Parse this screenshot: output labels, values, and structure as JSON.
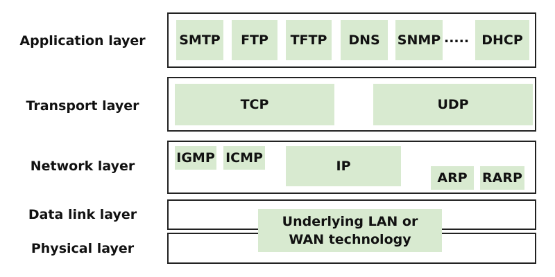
{
  "layers": {
    "application": "Application layer",
    "transport": "Transport layer",
    "network": "Network layer",
    "datalink": "Data link layer",
    "physical": "Physical layer"
  },
  "application_protocols": [
    "SMTP",
    "FTP",
    "TFTP",
    "DNS",
    "SNMP",
    "DHCP"
  ],
  "application_ellipsis": ".....",
  "transport_protocols": [
    "TCP",
    "UDP"
  ],
  "network_protocols": [
    "IGMP",
    "ICMP",
    "IP",
    "ARP",
    "RARP"
  ],
  "lower_layers_tech": "Underlying LAN or WAN technology",
  "colors": {
    "protocol_fill": "#d8ead0",
    "border": "#222222"
  }
}
